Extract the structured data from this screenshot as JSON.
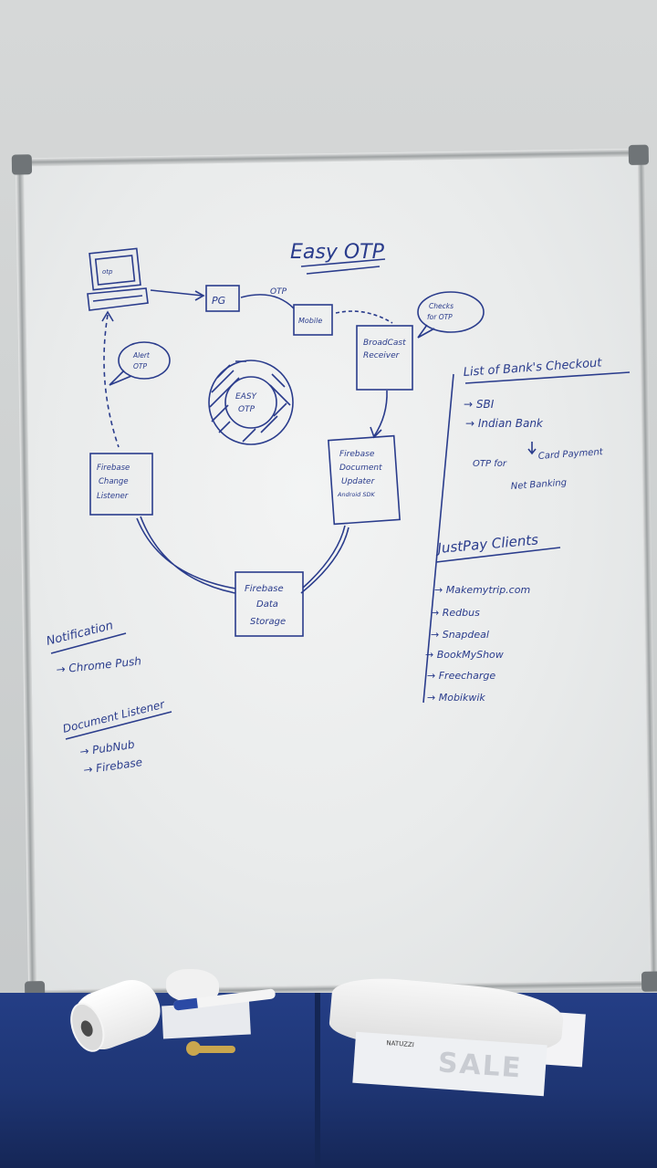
{
  "whiteboard": {
    "title": "Easy OTP",
    "flow": {
      "laptop_screen_text": "otp",
      "pg": "PG",
      "otp_edge": "OTP",
      "mobile": "Mobile",
      "checks_for_otp": [
        "Checks",
        "for OTP"
      ],
      "broadcast_receiver": [
        "BroadCast",
        "Receiver"
      ],
      "firebase_document_updater": [
        "Firebase",
        "Document",
        "Updater",
        "Android SDK"
      ],
      "firebase_data_storage": [
        "Firebase",
        "Data",
        "Storage"
      ],
      "firebase_change_listener": [
        "Firebase",
        "Change",
        "Listener"
      ],
      "alert_otp": [
        "Alert",
        "OTP"
      ],
      "center_logo": [
        "EASY",
        "OTP"
      ]
    },
    "notification": {
      "heading": "Notification",
      "items": [
        "Chrome Push"
      ]
    },
    "document_listener": {
      "heading": "Document Listener",
      "items": [
        "PubNub",
        "Firebase"
      ]
    },
    "banks": {
      "heading": "List of Bank's Checkout",
      "items": [
        "SBI",
        "Indian Bank"
      ],
      "otp_for": "OTP for",
      "card_payment": "Card Payment",
      "net_banking": "Net Banking"
    },
    "clients": {
      "heading": "JustPay Clients",
      "items": [
        "Makemytrip.com",
        "Redbus",
        "Snapdeal",
        "BookMyShow",
        "Freecharge",
        "Mobikwik"
      ]
    }
  },
  "table_items": {
    "flyer_tag": "NATUZZI",
    "flyer_word": "SALE"
  }
}
